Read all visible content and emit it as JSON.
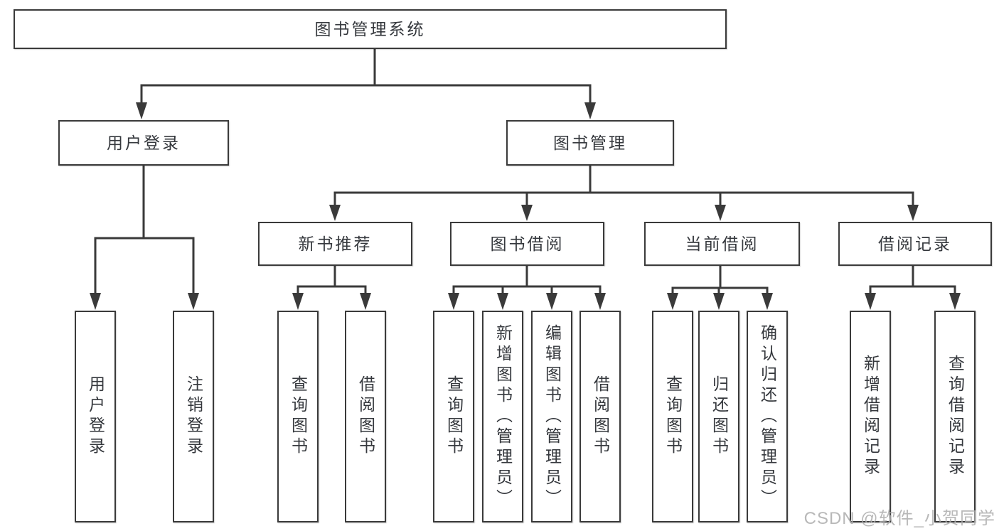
{
  "diagram_type": "hierarchy-tree",
  "tree": {
    "root": {
      "label": "图书管理系统",
      "children": [
        {
          "label": "用户登录",
          "children": [
            {
              "label": "用户登录"
            },
            {
              "label": "注销登录"
            }
          ]
        },
        {
          "label": "图书管理",
          "children": [
            {
              "label": "新书推荐",
              "children": [
                {
                  "label": "查询图书"
                },
                {
                  "label": "借阅图书"
                }
              ]
            },
            {
              "label": "图书借阅",
              "children": [
                {
                  "label": "查询图书"
                },
                {
                  "label": "新增图书（管理员）"
                },
                {
                  "label": "编辑图书（管理员）"
                },
                {
                  "label": "借阅图书"
                }
              ]
            },
            {
              "label": "当前借阅",
              "children": [
                {
                  "label": "查询图书"
                },
                {
                  "label": "归还图书"
                },
                {
                  "label": "确认归还（管理员）"
                }
              ]
            },
            {
              "label": "借阅记录",
              "children": [
                {
                  "label": "新增借阅记录"
                },
                {
                  "label": "查询借阅记录"
                }
              ]
            }
          ]
        }
      ]
    }
  },
  "watermark": {
    "text": "CSDN @软件_小贺同学"
  },
  "colors": {
    "line": "#3a3a3a",
    "box_border": "#3a3a3a",
    "text": "#35383d",
    "watermark": "#acacac",
    "background": "#ffffff"
  }
}
